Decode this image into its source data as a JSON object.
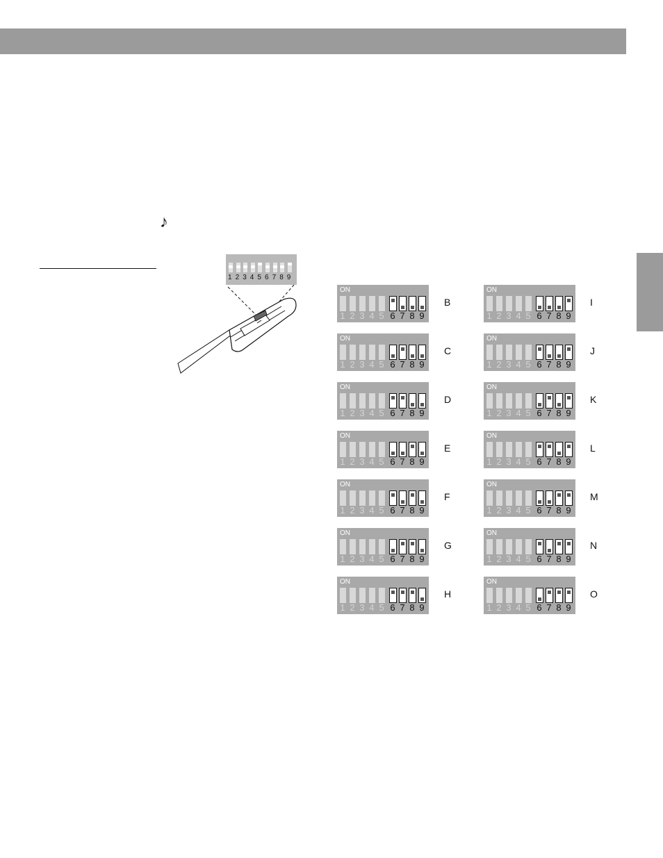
{
  "symbols": {
    "note": "♪"
  },
  "inset": {
    "numbers": [
      "1",
      "2",
      "3",
      "4",
      "5",
      "6",
      "7",
      "8",
      "9"
    ]
  },
  "dip": {
    "on_label": "ON",
    "numbers": [
      "1",
      "2",
      "3",
      "4",
      "5",
      "6",
      "7",
      "8",
      "9"
    ],
    "active_switches": [
      6,
      7,
      8,
      9
    ]
  },
  "settings": [
    {
      "letter": "B",
      "column": 0,
      "row": 0,
      "switch_on": [
        true,
        false,
        false,
        false
      ]
    },
    {
      "letter": "C",
      "column": 0,
      "row": 1,
      "switch_on": [
        false,
        true,
        false,
        false
      ]
    },
    {
      "letter": "D",
      "column": 0,
      "row": 2,
      "switch_on": [
        true,
        true,
        false,
        false
      ]
    },
    {
      "letter": "E",
      "column": 0,
      "row": 3,
      "switch_on": [
        false,
        false,
        true,
        false
      ]
    },
    {
      "letter": "F",
      "column": 0,
      "row": 4,
      "switch_on": [
        true,
        false,
        true,
        false
      ]
    },
    {
      "letter": "G",
      "column": 0,
      "row": 5,
      "switch_on": [
        false,
        true,
        true,
        false
      ]
    },
    {
      "letter": "H",
      "column": 0,
      "row": 6,
      "switch_on": [
        true,
        true,
        true,
        false
      ]
    },
    {
      "letter": "I",
      "column": 1,
      "row": 0,
      "switch_on": [
        false,
        false,
        false,
        true
      ]
    },
    {
      "letter": "J",
      "column": 1,
      "row": 1,
      "switch_on": [
        true,
        false,
        false,
        true
      ]
    },
    {
      "letter": "K",
      "column": 1,
      "row": 2,
      "switch_on": [
        false,
        true,
        false,
        true
      ]
    },
    {
      "letter": "L",
      "column": 1,
      "row": 3,
      "switch_on": [
        true,
        true,
        false,
        true
      ]
    },
    {
      "letter": "M",
      "column": 1,
      "row": 4,
      "switch_on": [
        false,
        false,
        true,
        true
      ]
    },
    {
      "letter": "N",
      "column": 1,
      "row": 5,
      "switch_on": [
        true,
        false,
        true,
        true
      ]
    },
    {
      "letter": "O",
      "column": 1,
      "row": 6,
      "switch_on": [
        false,
        true,
        true,
        true
      ]
    }
  ]
}
